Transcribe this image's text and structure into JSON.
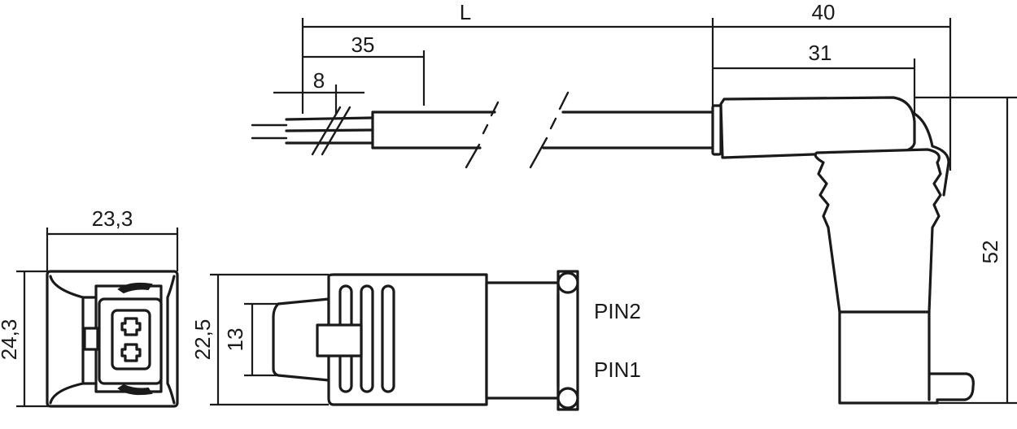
{
  "dimensions": {
    "L": "L",
    "d40": "40",
    "d35": "35",
    "d31": "31",
    "d8": "8",
    "d23_3": "23,3",
    "d24_3": "24,3",
    "d22_5": "22,5",
    "d13": "13",
    "d52": "52"
  },
  "pins": {
    "pin2": "PIN2",
    "pin1": "PIN1"
  }
}
